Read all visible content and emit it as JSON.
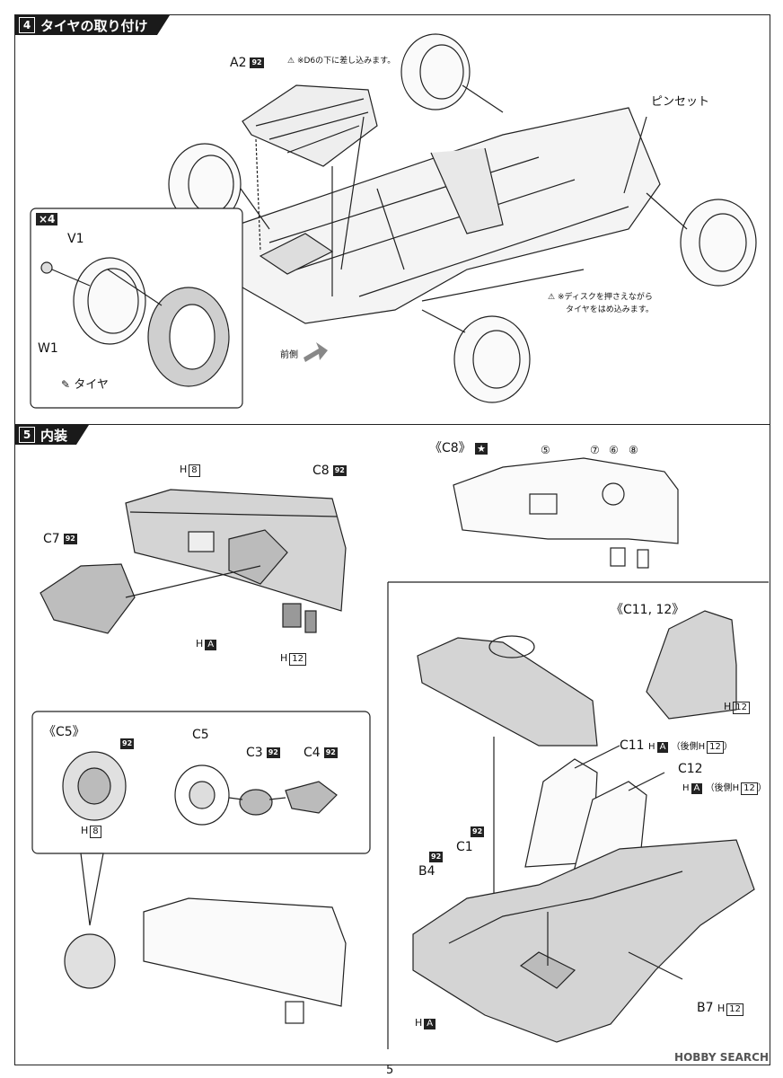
{
  "step4": {
    "number": "4",
    "title": "タイヤの取り付け",
    "labels": {
      "a2": "A2",
      "a2_paint": "92",
      "note_d6": "※D6の下に差し込みます。",
      "tweezers": "ピンセット",
      "note_disc_1": "※ディスクを押さえながら",
      "note_disc_2": "タイヤをはめ込みます。",
      "front": "前側",
      "times4": "×4",
      "v1": "V1",
      "w1": "W1",
      "tire": "タイヤ"
    }
  },
  "step5": {
    "number": "5",
    "title": "内装",
    "labels": {
      "c8_ref": "《C8》",
      "callouts": [
        "⑤",
        "⑦",
        "⑥",
        "⑧"
      ],
      "h8": "H",
      "h8_num": "8",
      "c8": "C8",
      "c8_paint": "92",
      "c7": "C7",
      "c7_paint": "92",
      "ha": "H",
      "ha_a": "A",
      "h12": "H",
      "h12_num": "12",
      "c5_ref": "《C5》",
      "c5_paint": "92",
      "c5_h": "H",
      "c5_h_num": "8",
      "c5": "C5",
      "c3": "C3",
      "c3_paint": "92",
      "c4": "C4",
      "c4_paint": "92",
      "c1112_ref": "《C11, 12》",
      "seat_h": "H",
      "seat_h_num": "12",
      "c11": "C11",
      "c11_h": "H",
      "c11_a": "A",
      "c11_rear": "（後側",
      "c11_rear_h": "H",
      "c11_rear_num": "12",
      "c11_close": "）",
      "c12": "C12",
      "c12_h": "H",
      "c12_a": "A",
      "c12_rear": "（後側",
      "c12_rear_h": "H",
      "c12_rear_num": "12",
      "c12_close": "）",
      "c1_paint": "92",
      "c1": "C1",
      "b4_paint": "92",
      "b4": "B4",
      "b7": "B7",
      "b7_h": "H",
      "b7_num": "12",
      "tub_h": "H",
      "tub_a": "A"
    }
  },
  "footer": {
    "page": "5",
    "watermark": "HOBBY SEARCH"
  }
}
